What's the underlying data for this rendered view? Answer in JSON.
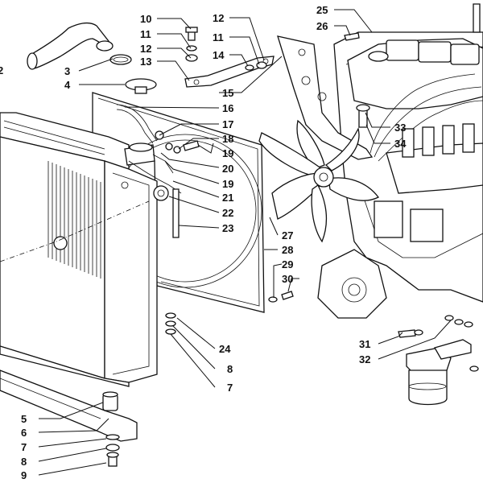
{
  "callouts": {
    "c1": "10",
    "c2": "11",
    "c3": "12",
    "c4": "13",
    "c5": "12",
    "c6": "11",
    "c7": "14",
    "c8": "25",
    "c9": "26",
    "c10": "2",
    "c11": "3",
    "c12": "4",
    "c13": "15",
    "c14": "16",
    "c15": "17",
    "c16": "18",
    "c17": "19",
    "c18": "20",
    "c19": "19",
    "c20": "21",
    "c21": "22",
    "c22": "23",
    "c23": "33",
    "c24": "34",
    "c25": "27",
    "c26": "28",
    "c27": "29",
    "c28": "30",
    "c29": "24",
    "c30": "8",
    "c31": "7",
    "c32": "31",
    "c33": "32",
    "c34": "5",
    "c35": "6",
    "c36": "7",
    "c37": "8",
    "c38": "9"
  }
}
